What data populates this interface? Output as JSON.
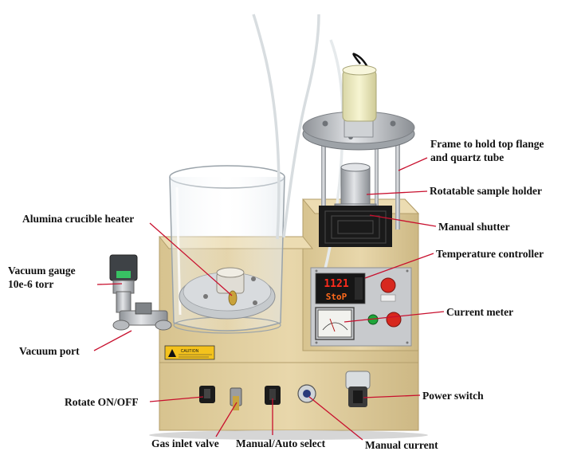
{
  "colors": {
    "leader_line": "#c8102e",
    "housing": "#e2cfa0",
    "housing_shadow": "#c9b27e",
    "stainless": "#b9bcc0",
    "panel": "#c7c9cc",
    "display_red": "#ff2b1c",
    "warning_yellow": "#f4c21c"
  },
  "icons": {
    "temperature_controller": "digital-readout-icon",
    "current_meter": "analog-gauge-icon",
    "warning": "warning-label-icon"
  },
  "display": {
    "pv": "1121",
    "sv": "StoP"
  },
  "warning_label": {
    "title": "CAUTION"
  },
  "labels": {
    "frame_line1": "Frame to hold top flange",
    "frame_line2": "and quartz tube",
    "rotatable_sample_holder": "Rotatable sample holder",
    "manual_shutter": "Manual shutter",
    "temperature_controller": "Temperature controller",
    "current_meter": "Current meter",
    "power_switch": "Power switch",
    "manual_current": "Manual current",
    "manual_auto_select": "Manual/Auto select",
    "gas_inlet_valve": "Gas inlet valve",
    "rotate_on_off": "Rotate ON/OFF",
    "vacuum_port": "Vacuum port",
    "vacuum_gauge_line1": "Vacuum gauge",
    "vacuum_gauge_line2": "10e-6 torr",
    "alumina_crucible_heater": "Alumina crucible heater"
  }
}
